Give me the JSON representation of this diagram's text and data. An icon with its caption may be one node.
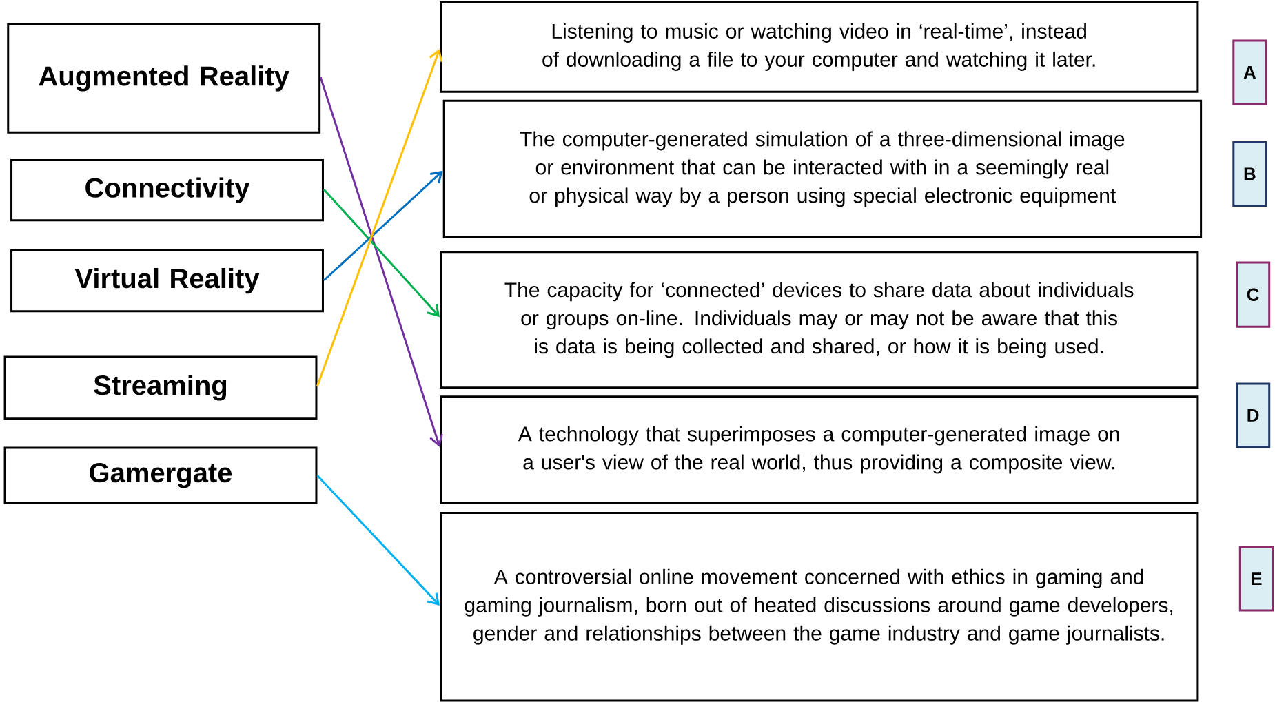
{
  "diagram": {
    "nodes": [
      {
        "text": [
          "Augmented Reality"
        ]
      },
      {
        "text": [
          "Connectivity"
        ]
      },
      {
        "text": [
          "Virtual Reality"
        ]
      },
      {
        "text": [
          "Streaming"
        ]
      },
      {
        "text": [
          "Gamergate"
        ]
      },
      {
        "text": [
          "Listening to music or watching video in ‘real-time’, instead of downloading a file to your computer and watching it later."
        ]
      },
      {
        "text": [
          "The computer-generated simulation of a three-dimensional image or environment that can be interacted with in a seemingly real or physical way by a person using special electronic equipment"
        ]
      },
      {
        "text": [
          "The capacity for ‘connected’ devices to share data about individuals or groups on-line. Individuals may or may not be aware that this is data is being collected and shared, or how it is being used."
        ]
      },
      {
        "text": [
          "A technology that superimposes a computer-generated image on a user's view of the real world, thus providing a composite view."
        ]
      },
      {
        "text": [
          "A controversial online movement concerned with ethics in gaming and gaming journalism, born out of heated discussions around game developers, gender and relationships between the game industry and game journalists."
        ]
      },
      {
        "text": [
          "A"
        ]
      },
      {
        "text": [
          "B"
        ]
      },
      {
        "text": [
          "C"
        ]
      },
      {
        "text": [
          "D"
        ]
      },
      {
        "text": [
          "E"
        ]
      }
    ],
    "edges": [
      {
        "from": 0,
        "to": 8,
        "arrow": "to",
        "color": "#7030a0"
      },
      {
        "from": 1,
        "to": 7,
        "arrow": "to",
        "color": "#00b050"
      },
      {
        "from": 2,
        "to": 6,
        "arrow": "to",
        "color": "#0070c0"
      },
      {
        "from": 3,
        "to": 5,
        "arrow": "to",
        "color": "#ffc000"
      },
      {
        "from": 4,
        "to": 9,
        "arrow": "to",
        "color": "#00b0f0"
      }
    ]
  }
}
